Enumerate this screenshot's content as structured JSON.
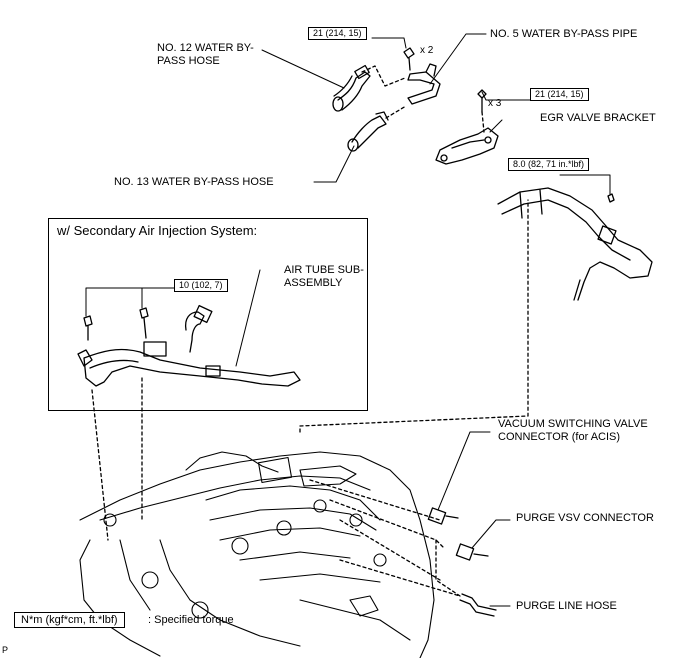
{
  "labels": {
    "no12_hose": "NO. 12 WATER BY-PASS HOSE",
    "no5_pipe": "NO. 5 WATER BY-PASS PIPE",
    "egr_bracket": "EGR VALVE BRACKET",
    "no13_hose": "NO. 13 WATER BY-PASS HOSE",
    "air_tube": "AIR TUBE SUB-ASSEMBLY",
    "vsv_acis": "VACUUM SWITCHING VALVE CONNECTOR (for ACIS)",
    "purge_vsv": "PURGE VSV CONNECTOR",
    "purge_hose": "PURGE LINE HOSE"
  },
  "torques": {
    "bolt_no5": "21 (214, 15)",
    "bolt_egr": "21 (214, 15)",
    "bolt_pipe": "8.0 (82, 71 in.*lbf)",
    "bolt_air": "10 (102, 7)"
  },
  "quantities": {
    "no5": "x 2",
    "egr": "x 3"
  },
  "inset": {
    "title": "w/ Secondary Air Injection System:"
  },
  "legend": {
    "unit": "N*m (kgf*cm, ft.*lbf)",
    "description": ": Specified torque"
  },
  "corner_mark": "P"
}
